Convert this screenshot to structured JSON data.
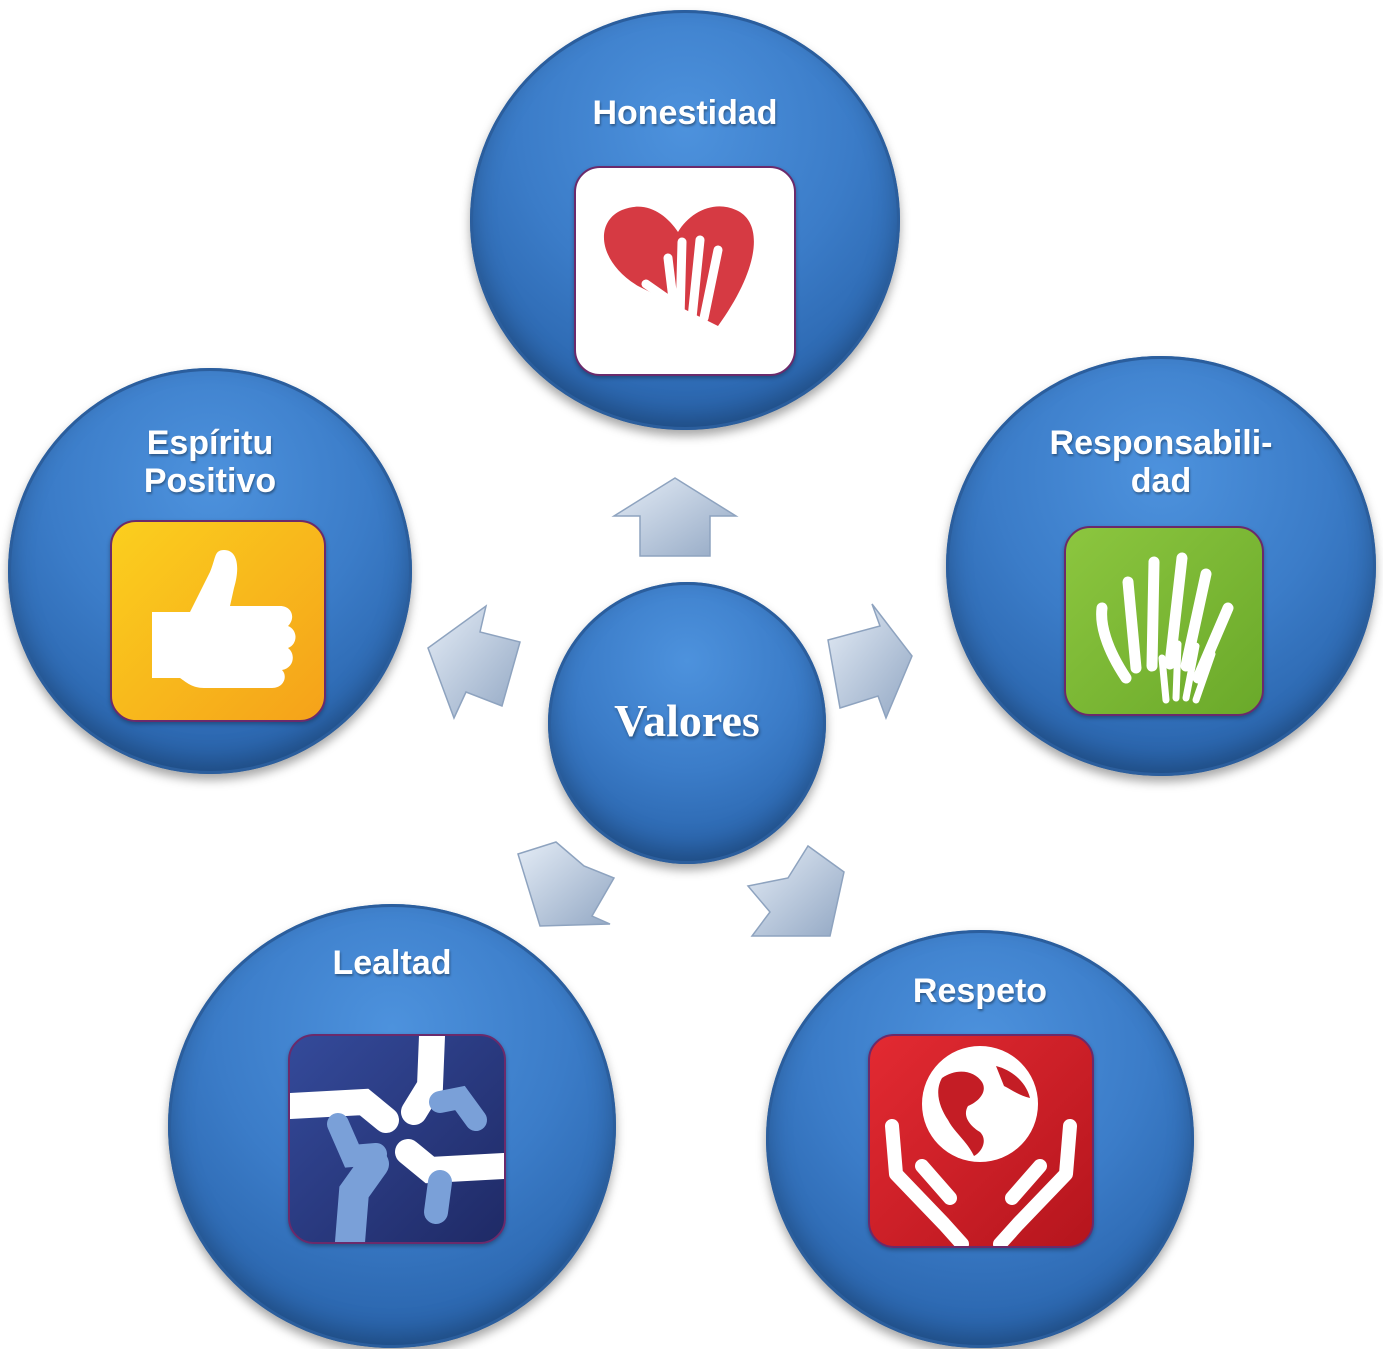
{
  "center": {
    "label": "Valores"
  },
  "values": [
    {
      "id": "honestidad",
      "lines": [
        "Honestidad"
      ],
      "icon": "heart-hand-icon",
      "tile_color": "#ffffff"
    },
    {
      "id": "responsabilidad",
      "lines": [
        "Responsabili-",
        "dad"
      ],
      "icon": "hands-icon",
      "tile_color": "#7bbd3c"
    },
    {
      "id": "respeto",
      "lines": [
        "Respeto"
      ],
      "icon": "globe-hands-icon",
      "tile_color": "#d6202a"
    },
    {
      "id": "lealtad",
      "lines": [
        "Lealtad"
      ],
      "icon": "joined-hands-icon",
      "tile_color": "#2c3a85"
    },
    {
      "id": "espiritu",
      "lines": [
        "Espíritu",
        "Positivo"
      ],
      "icon": "thumbs-up-icon",
      "tile_color": "#f7b51c"
    }
  ],
  "colors": {
    "circle": "#3b7cc8",
    "arrow": "#b9c8dc",
    "heart": "#d63a43"
  }
}
